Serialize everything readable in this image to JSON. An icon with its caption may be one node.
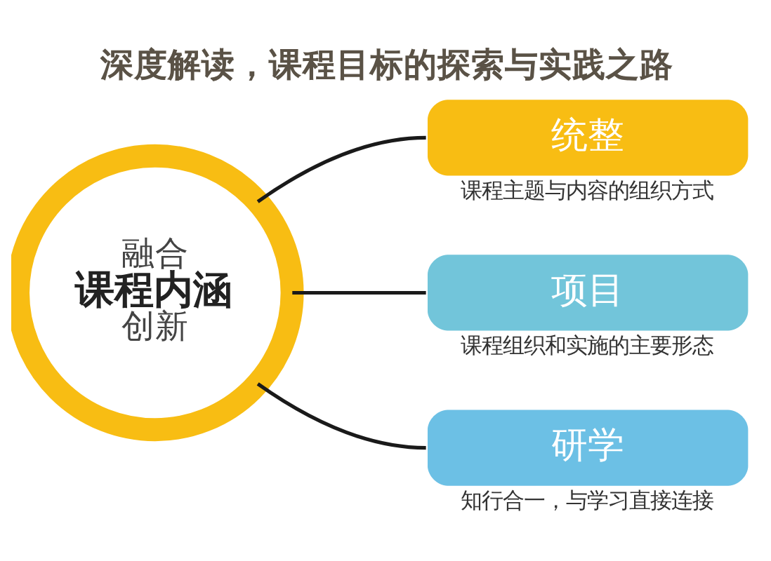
{
  "diagram": {
    "title": "深度解读，课程目标的探索与实践之路",
    "nodes": [
      {
        "text": [
          "融合",
          "课程内涵",
          "创新"
        ]
      },
      {
        "text": [
          "统整"
        ],
        "beside": [
          "课程主题与内容的组织方式"
        ]
      },
      {
        "text": [
          "项目"
        ],
        "beside": [
          "课程组织和实施的主要形态"
        ]
      },
      {
        "text": [
          "研学"
        ],
        "beside": [
          "知行合一，与学习直接连接"
        ]
      }
    ],
    "edges": [
      {
        "from": 0,
        "to": 1,
        "arrow": "none"
      },
      {
        "from": 0,
        "to": 2,
        "arrow": "none"
      },
      {
        "from": 0,
        "to": 3,
        "arrow": "none"
      }
    ]
  }
}
